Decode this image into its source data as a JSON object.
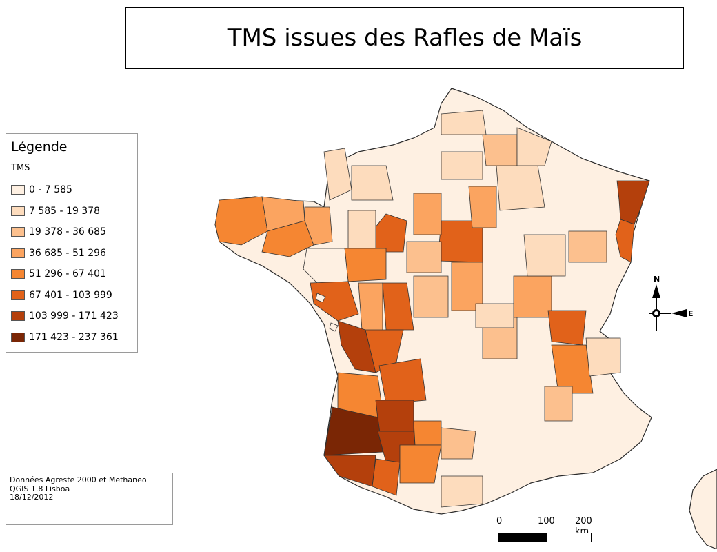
{
  "title": "TMS issues des Rafles de Maïs",
  "legend": {
    "title": "Légende",
    "subtitle": "TMS",
    "classes": [
      {
        "label": "0 - 7 585",
        "color": "#fef0e2"
      },
      {
        "label": "7 585 - 19 378",
        "color": "#fddcbd"
      },
      {
        "label": "19 378 - 36 685",
        "color": "#fcc08e"
      },
      {
        "label": "36 685 - 51 296",
        "color": "#fba460"
      },
      {
        "label": "51 296 - 67 401",
        "color": "#f58632"
      },
      {
        "label": "67 401 - 103 999",
        "color": "#e1621a"
      },
      {
        "label": "103 999 - 171 423",
        "color": "#b4400c"
      },
      {
        "label": "171 423 - 237 361",
        "color": "#7a2605"
      }
    ]
  },
  "credits": [
    "Données Agreste 2000 et Methaneo",
    "QGIS 1.8 Lisboa",
    "18/12/2012"
  ],
  "scale": {
    "labels": [
      "0",
      "100",
      "200 km"
    ]
  },
  "compass": {
    "north": "N",
    "east": "E"
  }
}
